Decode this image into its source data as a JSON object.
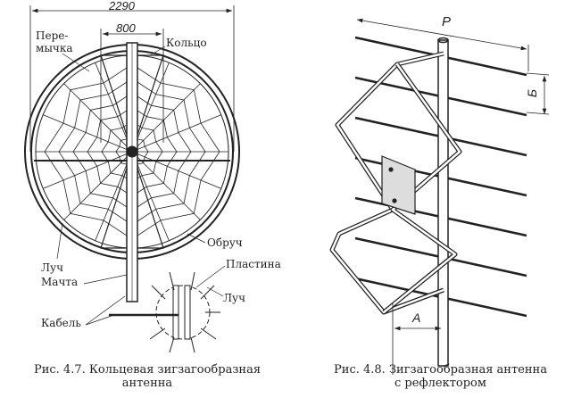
{
  "figure_left": {
    "dimensions": {
      "overall": "2290",
      "jumper_width": "800"
    },
    "labels": {
      "jumper": "Пере-\nмычка",
      "jumper_line1": "Пере-",
      "jumper_line2": "мычка",
      "ring": "Кольцо",
      "hoop": "Обруч",
      "ray": "Луч",
      "mast": "Мачта",
      "plate": "Пластина",
      "ray_detail": "Луч",
      "cable": "Кабель"
    },
    "caption_line1": "Рис. 4.7. Кольцевая зигзагообразная",
    "caption_line2": "антенна"
  },
  "figure_right": {
    "labels": {
      "rod_length": "Р",
      "spacing": "Б",
      "distance": "А"
    },
    "caption_line1": "Рис. 4.8. Зигзагообразная антенна",
    "caption_line2": "с рефлектором"
  },
  "colors": {
    "ink": "#222222",
    "paper": "#ffffff"
  }
}
